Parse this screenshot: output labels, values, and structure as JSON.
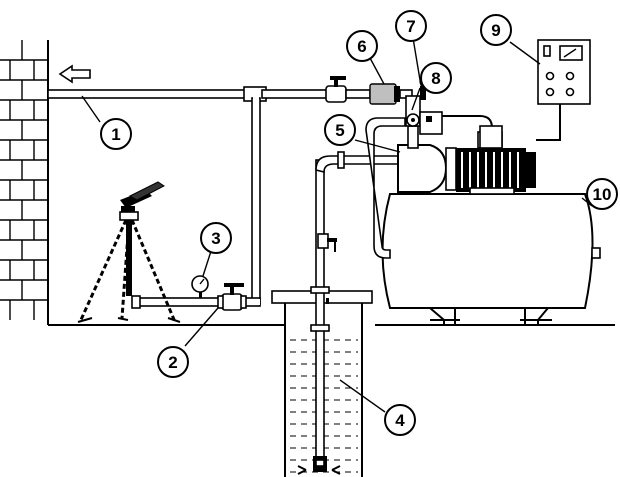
{
  "diagram": {
    "callouts": [
      {
        "id": "1",
        "label": "1"
      },
      {
        "id": "2",
        "label": "2"
      },
      {
        "id": "3",
        "label": "3"
      },
      {
        "id": "4",
        "label": "4"
      },
      {
        "id": "5",
        "label": "5"
      },
      {
        "id": "6",
        "label": "6"
      },
      {
        "id": "7",
        "label": "7"
      },
      {
        "id": "8",
        "label": "8"
      },
      {
        "id": "9",
        "label": "9"
      },
      {
        "id": "10",
        "label": "10"
      }
    ],
    "icons": [
      "flow-direction-arrow-icon",
      "sprinkler-icon",
      "pressure-gauge-icon",
      "electric-motor-icon",
      "control-panel-icon"
    ]
  }
}
